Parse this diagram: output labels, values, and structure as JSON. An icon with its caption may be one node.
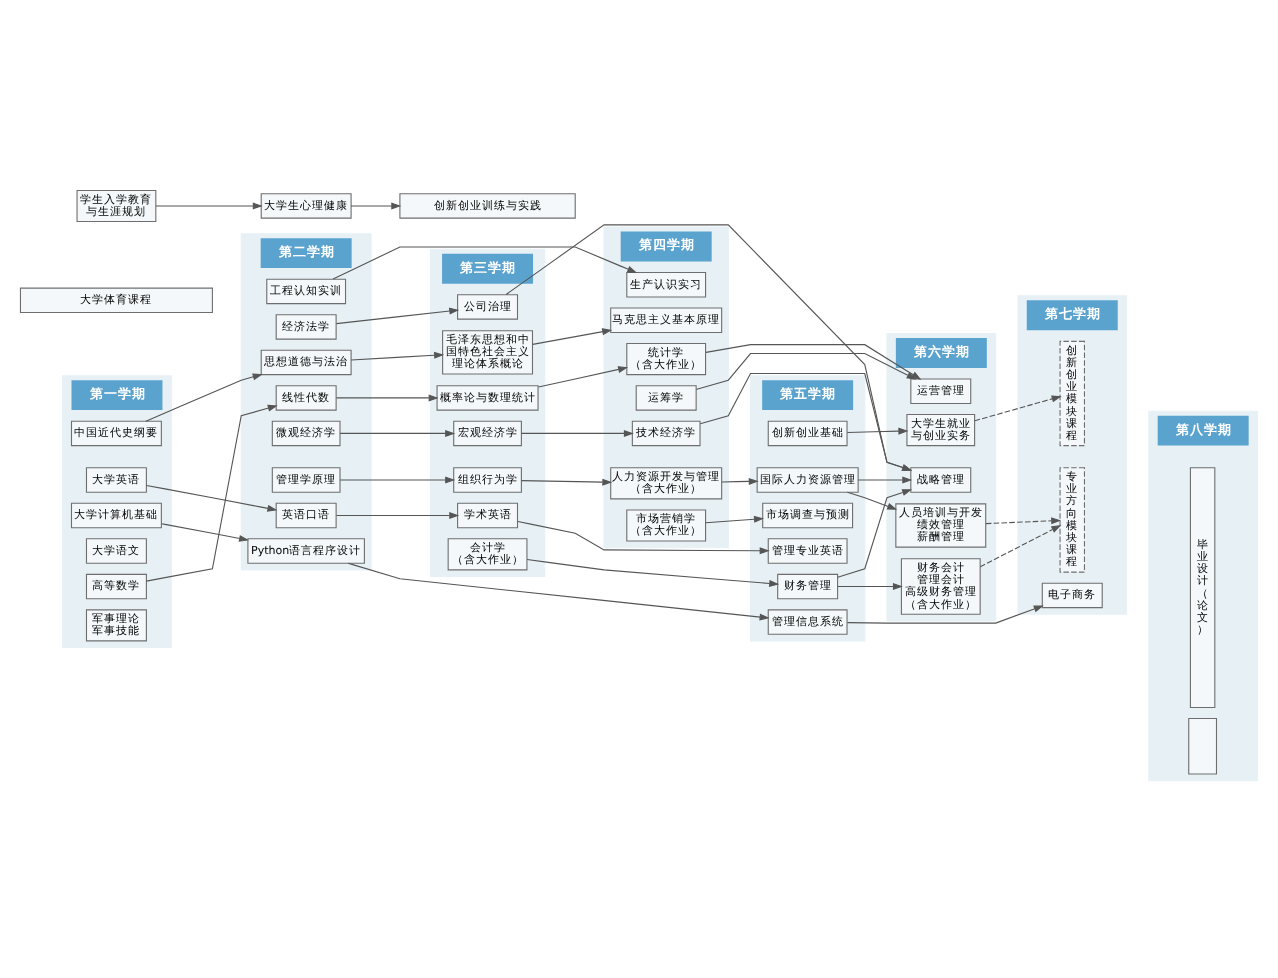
{
  "diagram": {
    "nodes": [
      {
        "text": [
          "第一学期"
        ]
      },
      {
        "text": [
          "第二学期"
        ]
      },
      {
        "text": [
          "第三学期"
        ]
      },
      {
        "text": [
          "第四学期"
        ]
      },
      {
        "text": [
          "第五学期"
        ]
      },
      {
        "text": [
          "第六学期"
        ]
      },
      {
        "text": [
          "第七学期"
        ]
      },
      {
        "text": [
          "第八学期"
        ]
      },
      {
        "text": [
          "毕业设计（论文）"
        ],
        "in": 7
      },
      {
        "text": [
          "中国近代史纲要"
        ],
        "in": 0
      },
      {
        "text": [
          "思想道德与法治"
        ],
        "in": 1
      },
      {
        "text": [
          "毛泽东思想和中国特色社会主义理论体系概论"
        ],
        "in": 2
      },
      {
        "text": [
          "马克思主义基本原理"
        ],
        "in": 3
      },
      {
        "text": [
          "大学计算机基础"
        ],
        "in": 0
      },
      {
        "text": [
          "Python语言程序设计"
        ],
        "in": 1
      },
      {
        "text": [
          "管理信息系统"
        ],
        "in": 4
      },
      {
        "text": [
          "电子商务"
        ],
        "in": 6
      },
      {
        "text": [
          "大学英语"
        ],
        "in": 0
      },
      {
        "text": [
          "英语口语"
        ],
        "in": 1
      },
      {
        "text": [
          "学术英语"
        ],
        "in": 2
      },
      {
        "text": [
          "管理专业英语"
        ],
        "in": 4
      },
      {
        "text": [
          "大学语文"
        ],
        "in": 0
      },
      {
        "text": [
          "管理学原理"
        ],
        "in": 1
      },
      {
        "text": [
          "组织行为学"
        ],
        "in": 2
      },
      {
        "text": [
          "人力资源开发与管理（含大作业）"
        ],
        "in": 3
      },
      {
        "text": [
          "国际人力资源管理"
        ],
        "in": 4
      },
      {
        "text": [
          "人员培训与开发",
          "绩效管理",
          "薪酬管理"
        ],
        "in": 5
      },
      {
        "text": [
          "专业方向模块课程"
        ],
        "in": 6
      },
      {
        "text": [
          "微观经济学"
        ],
        "in": 1
      },
      {
        "text": [
          "宏观经济学"
        ],
        "in": 2
      },
      {
        "text": [
          "技术经济学"
        ],
        "in": 3
      },
      {
        "text": [
          "战略管理"
        ],
        "in": 5
      },
      {
        "text": [
          "经济法学"
        ],
        "in": 1
      },
      {
        "text": [
          "公司治理"
        ],
        "in": 2
      },
      {
        "text": [
          "会计学（含大作业）"
        ],
        "in": 2
      },
      {
        "text": [
          "财务管理"
        ],
        "in": 4
      },
      {
        "text": [
          "财务会计",
          "管理会计",
          "高级财务管理（含大作业）"
        ],
        "in": 5
      },
      {
        "text": [
          "市场营销学（含大作业）"
        ],
        "in": 3
      },
      {
        "text": [
          "市场调查与预测"
        ],
        "in": 4
      },
      {
        "text": [
          "高等数学"
        ],
        "in": 0
      },
      {
        "text": [
          "线性代数"
        ],
        "in": 1
      },
      {
        "text": [
          "概率论与数理统计"
        ],
        "in": 2
      },
      {
        "text": [
          "统计学（含大作业）"
        ],
        "in": 3
      },
      {
        "text": [
          "运营管理"
        ],
        "in": 5
      },
      {
        "text": [
          "运筹学"
        ],
        "in": 3
      },
      {
        "text": [
          "大学体育课程"
        ]
      },
      {
        "text": [
          "创新创业模块课程"
        ],
        "in": 6
      },
      {
        "text": [],
        "shape": "box",
        "in": 7
      },
      {
        "text": [
          "军事理论",
          "军事技能"
        ],
        "in": 0
      },
      {
        "text": [
          "工程认知实训"
        ],
        "in": 1
      },
      {
        "text": [
          "生产认识实习"
        ],
        "in": 3
      },
      {
        "text": [
          "创新创业基础"
        ],
        "in": 4
      },
      {
        "text": [
          "大学生就业与创业实务"
        ],
        "in": 5
      },
      {
        "text": [
          "学生入学教育与生涯规划"
        ]
      },
      {
        "text": [
          "大学生心理健康"
        ]
      },
      {
        "text": [
          "创新创业训练与实践"
        ]
      }
    ],
    "edges": [
      {
        "from": 9,
        "to": 10,
        "arrow": "to"
      },
      {
        "from": 10,
        "to": 11,
        "arrow": "to"
      },
      {
        "from": 11,
        "to": 12,
        "arrow": "to"
      },
      {
        "from": 13,
        "to": 14,
        "arrow": "to"
      },
      {
        "from": 14,
        "to": 15,
        "arrow": "to"
      },
      {
        "from": 15,
        "to": 16,
        "arrow": "to"
      },
      {
        "from": 17,
        "to": 18,
        "arrow": "to"
      },
      {
        "from": 18,
        "to": 19,
        "arrow": "to"
      },
      {
        "from": 19,
        "to": 20,
        "arrow": "to"
      },
      {
        "from": 22,
        "to": 23,
        "arrow": "to"
      },
      {
        "from": 23,
        "to": 24,
        "arrow": "to"
      },
      {
        "from": 24,
        "to": 25,
        "arrow": "to"
      },
      {
        "from": 25,
        "to": 26,
        "arrow": "to"
      },
      {
        "from": 28,
        "to": 29,
        "arrow": "to"
      },
      {
        "from": 29,
        "to": 30,
        "arrow": "to"
      },
      {
        "from": 25,
        "to": 31,
        "arrow": "to"
      },
      {
        "from": 30,
        "to": 31,
        "arrow": "to"
      },
      {
        "from": 33,
        "to": 31,
        "arrow": "to"
      },
      {
        "from": 35,
        "to": 31,
        "arrow": "to"
      },
      {
        "from": 32,
        "to": 33,
        "arrow": "to"
      },
      {
        "from": 34,
        "to": 35,
        "arrow": "to"
      },
      {
        "from": 35,
        "to": 36,
        "arrow": "to"
      },
      {
        "from": 37,
        "to": 38,
        "arrow": "to"
      },
      {
        "from": 39,
        "to": 40,
        "arrow": "to"
      },
      {
        "from": 40,
        "to": 41,
        "arrow": "to"
      },
      {
        "from": 41,
        "to": 42,
        "arrow": "to"
      },
      {
        "from": 42,
        "to": 43,
        "arrow": "to"
      },
      {
        "from": 44,
        "to": 43,
        "arrow": "to"
      },
      {
        "from": 26,
        "to": 27,
        "arrow": "to",
        "style": "dashed"
      },
      {
        "from": 36,
        "to": 27,
        "arrow": "to",
        "style": "dashed"
      },
      {
        "from": 49,
        "to": 50,
        "arrow": "to"
      },
      {
        "from": 51,
        "to": 52,
        "arrow": "to"
      },
      {
        "from": 52,
        "to": 46,
        "arrow": "to",
        "style": "dashed"
      },
      {
        "from": 53,
        "to": 54,
        "arrow": "to"
      },
      {
        "from": 54,
        "to": 55,
        "arrow": "to"
      }
    ]
  }
}
